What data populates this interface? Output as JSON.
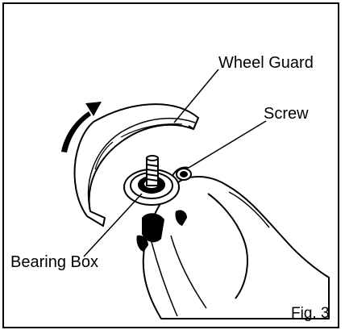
{
  "labels": {
    "wheel_guard": "Wheel Guard",
    "screw": "Screw",
    "bearing_box": "Bearing Box",
    "figure": "Fig. 3"
  }
}
